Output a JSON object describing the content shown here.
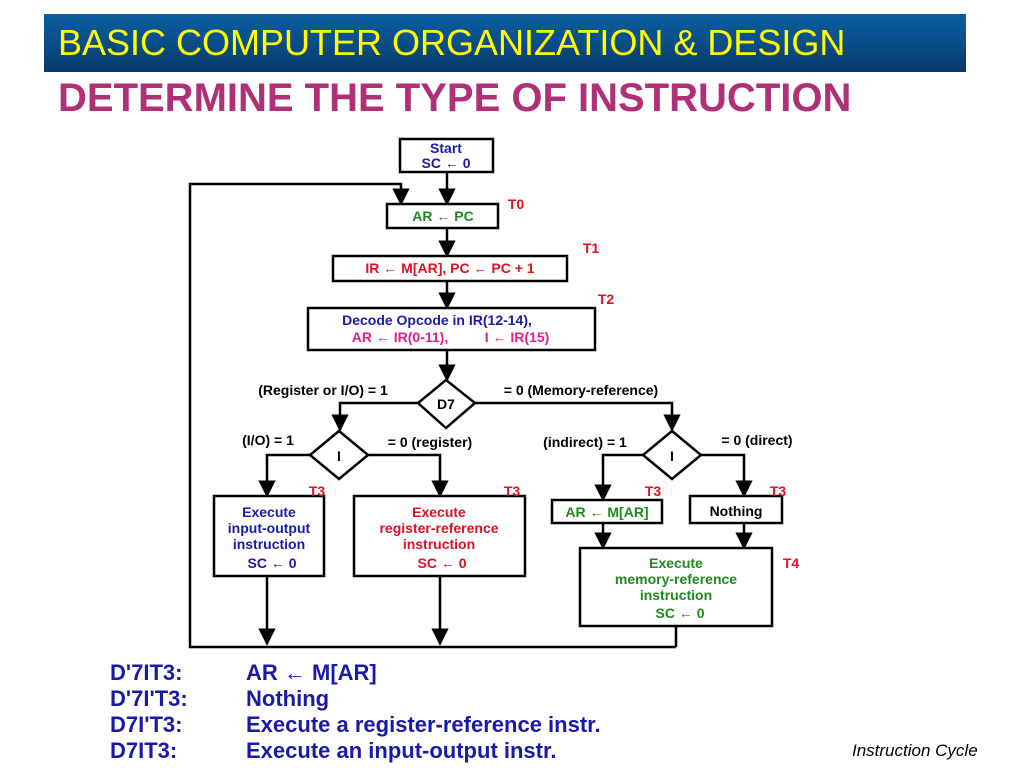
{
  "header": {
    "title": "BASIC  COMPUTER ORGANIZATION & DESIGN"
  },
  "subtitle": "DETERMINE  THE  TYPE  OF  INSTRUCTION",
  "flowchart": {
    "start_label": "Start",
    "start_assign": "SC ← 0",
    "t0_box": "AR  ←  PC",
    "t1_box_ir": "IR  ←  M[AR],  PC ←  PC + 1",
    "decode_line1": "Decode Opcode in IR(12-14),",
    "decode_line2_ar": "AR ← IR(0-11),",
    "decode_line2_i": "I ← IR(15)",
    "decision_d7": "D7",
    "decision_i_left": "I",
    "decision_i_right": "I",
    "label_reg_io": "(Register or I/O) = 1",
    "label_mem_ref": "= 0 (Memory-reference)",
    "label_io": "(I/O) = 1",
    "label_register": "= 0 (register)",
    "label_indirect": "(indirect) = 1",
    "label_direct": "= 0 (direct)",
    "exec_io": [
      "Execute",
      "input-output",
      "instruction",
      "SC  ←   0"
    ],
    "exec_reg": [
      "Execute",
      "register-reference",
      "instruction",
      "SC  ←   0"
    ],
    "indirect_box": "AR ← M[AR]",
    "nothing_box": "Nothing",
    "exec_mem": [
      "Execute",
      "memory-reference",
      "instruction",
      "SC  ←  0"
    ],
    "timing": {
      "t0": "T0",
      "t1": "T1",
      "t2": "T2",
      "t3": "T3",
      "t4": "T4"
    }
  },
  "legend": [
    {
      "cond": "D'7IT3:",
      "action": "AR ← M[AR]"
    },
    {
      "cond": "D'7I'T3:",
      "action": "Nothing"
    },
    {
      "cond": "D7I'T3:",
      "action": "Execute a register-reference instr."
    },
    {
      "cond": "D7IT3:",
      "action": "Execute an input-output instr."
    }
  ],
  "footer": "Instruction Cycle",
  "colors": {
    "banner": "#0b4e88",
    "banner_text": "#ffff00",
    "subtitle": "#b03078",
    "blue": "#1a1aa8",
    "green": "#1e8a1e",
    "red": "#e01020",
    "magenta": "#e0208a"
  }
}
